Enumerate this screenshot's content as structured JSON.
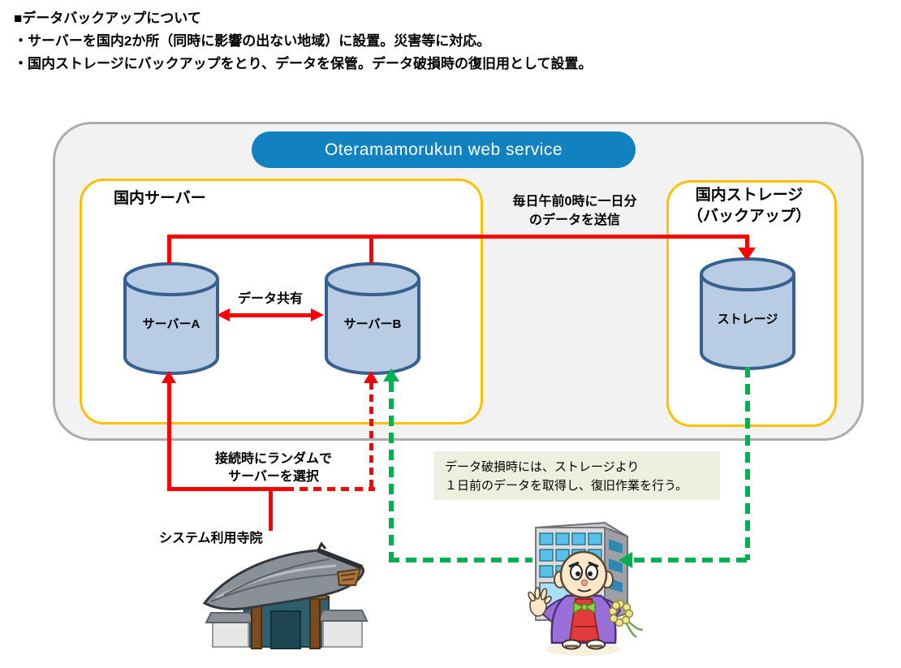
{
  "page": {
    "title": "■データバックアップについて",
    "bullet1": "・サーバーを国内2か所（同時に影響の出ない地域）に設置。災害等に対応。",
    "bullet2": "・国内ストレージにバックアップをとり、データを保管。データ破損時の復旧用として設置。"
  },
  "service": {
    "banner": "Oteramamorukun web service"
  },
  "server_group": {
    "label": "国内サーバー",
    "server_a": "サーバーA",
    "server_b": "サーバーB",
    "share_arrow_label": "データ共有"
  },
  "storage_group": {
    "label_line1": "国内ストレージ",
    "label_line2": "（バックアップ）",
    "storage_label": "ストレージ"
  },
  "flows": {
    "backup_schedule_line1": "毎日午前0時に一日分",
    "backup_schedule_line2": "のデータを送信",
    "random_select_line1": "接続時にランダムで",
    "random_select_line2": "サーバーを選択",
    "recovery_note_line1": "データ破損時には、ストレージより",
    "recovery_note_line2": "１日前のデータを取得し、復旧作業を行う。"
  },
  "clients": {
    "temple_label": "システム利用寺院"
  },
  "icons": {
    "temple": "temple-gate-icon",
    "building": "office-building-icon",
    "monk": "monk-character-icon",
    "cylinder": "database-cylinder-icon"
  },
  "colors": {
    "banner_blue": "#1181BF",
    "box_yellow_border": "#FFC000",
    "cylinder_fill": "#B8CCE4",
    "cylinder_stroke": "#36608F",
    "flow_red": "#FE0000",
    "flow_green": "#00B050",
    "note_bg": "#EBF1DE",
    "container_fill": "#F2F2F2",
    "container_border": "#ACACAC"
  }
}
